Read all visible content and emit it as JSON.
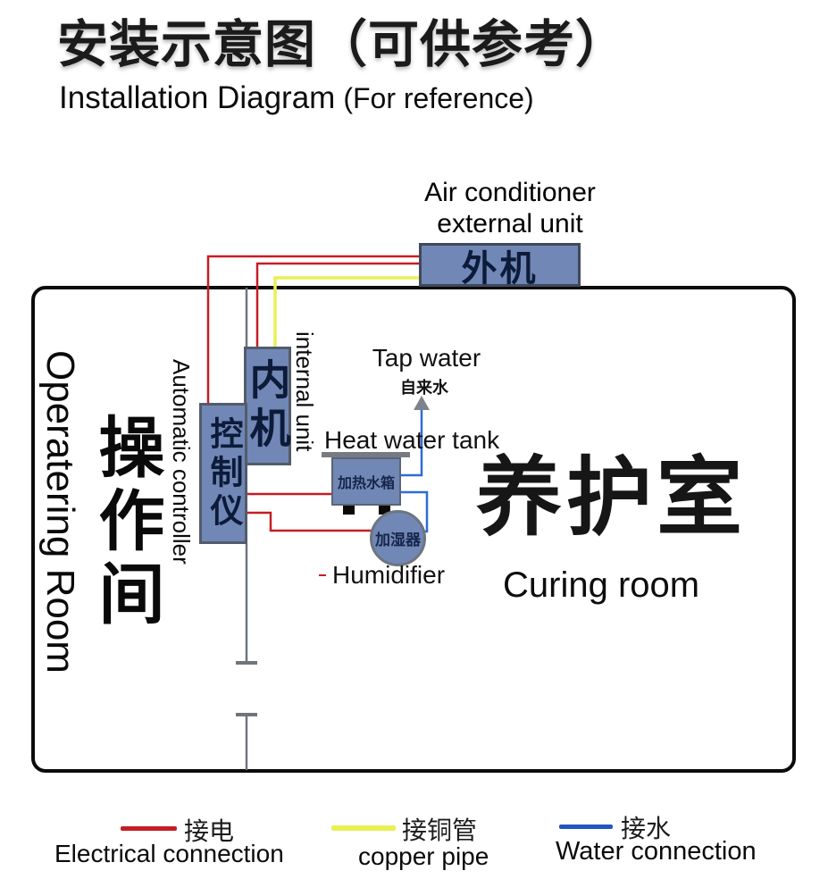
{
  "title": {
    "zh": "安装示意图（可供参考）",
    "en": "Installation Diagram",
    "en_suffix": "(For reference)"
  },
  "outdoor_unit": {
    "en_line1": "Air conditioner",
    "en_line2": "external unit",
    "zh": "外机"
  },
  "operating_room": {
    "en": "Operatering Room",
    "zh": "操作间"
  },
  "curing_room": {
    "zh": "养护室",
    "en": "Curing room"
  },
  "indoor_unit": {
    "zh": "内机",
    "en": "internal unit"
  },
  "controller": {
    "zh": "控制仪",
    "en": "Automatic controller"
  },
  "tap_water": {
    "en": "Tap water",
    "zh": "自来水"
  },
  "heat_water_tank": {
    "en": "Heat water tank",
    "zh": "加热水箱"
  },
  "humidifier": {
    "zh": "加湿器",
    "en": "Humidifier"
  },
  "legend": [
    {
      "zh": "接电",
      "en": "Electrical connection",
      "color": "#c41e24"
    },
    {
      "zh": "接铜管",
      "en": "copper pipe",
      "color": "#e9f055"
    },
    {
      "zh": "接水",
      "en": "Water connection",
      "color": "#2156bd"
    }
  ],
  "colors": {
    "component_fill": "#7187b5",
    "component_border": "#525c6b",
    "wire_electrical": "#c41e24",
    "wire_copper": "#e9f055",
    "wire_water": "#2e6bd6",
    "wall_gray": "#6f747c",
    "room_border": "#0b0b0b"
  }
}
